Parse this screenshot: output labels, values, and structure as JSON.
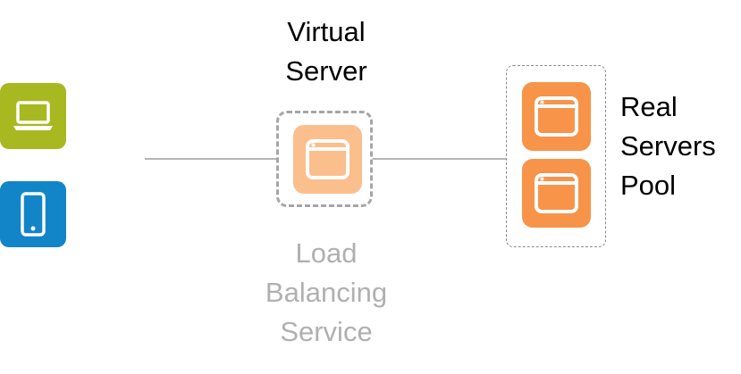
{
  "clients": [
    {
      "icon": "laptop-icon",
      "color": "#a8b820"
    },
    {
      "icon": "smartphone-icon",
      "color": "#1285c8"
    }
  ],
  "virtual_server": {
    "title_lines": [
      "Virtual",
      "Server"
    ],
    "tile_color": "#fbbe8d"
  },
  "load_balancer": {
    "caption_lines": [
      "Load",
      "Balancing",
      "Service"
    ],
    "caption_color": "#b0b0b0"
  },
  "real_servers_pool": {
    "title_lines": [
      "Real",
      "Servers",
      "Pool"
    ],
    "tile_color": "#f7944a",
    "server_count": 2
  },
  "connector_color": "#b5b5b5"
}
